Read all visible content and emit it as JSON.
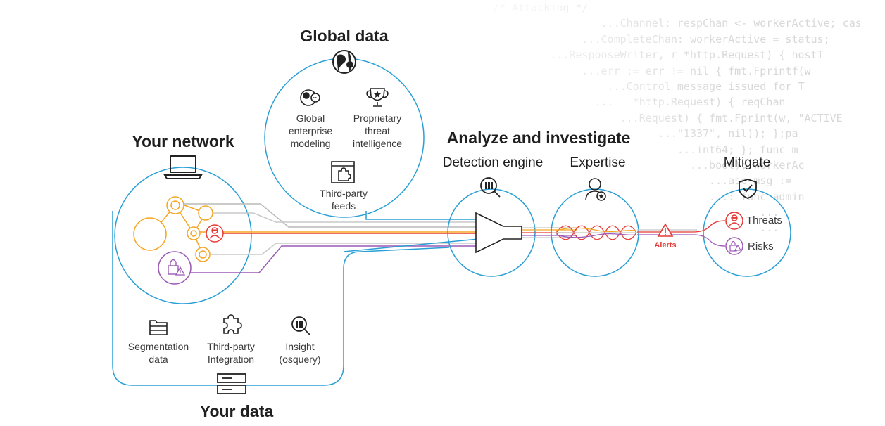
{
  "background_code_lines": [
    "/* Attacking */",
    "                 ...Channel: respChan <- workerActive; cas",
    "              ...CompleteChan: workerActive = status;",
    "         ...ResponseWriter, r *http.Request) { hostT",
    "              ...err := err != nil { fmt.Fprintf(w",
    "                  ...Control message issued for T",
    "                ...   *http.Request) { reqChan",
    "                    ...Request) { fmt.Fprint(w, \"ACTIVE",
    "                          ...\"1337\", nil)); };pa",
    "                             ...int64; }; func m",
    "                               ...bool); workerAc",
    "                                  ...ase msg := ",
    "                                  ...: func admin",
    "                                          ...",
    "                                          ..."
  ],
  "sections": {
    "your_network": "Your network",
    "global_data": "Global data",
    "analyze": "Analyze and investigate",
    "detection_engine": "Detection engine",
    "expertise": "Expertise",
    "mitigate": "Mitigate",
    "your_data": "Your data"
  },
  "global_items": [
    {
      "icon": "globe-network-icon",
      "lines": [
        "Global",
        "enterprise",
        "modeling"
      ]
    },
    {
      "icon": "trophy-icon",
      "lines": [
        "Proprietary",
        "threat",
        "intelligence"
      ]
    },
    {
      "icon": "puzzle-window-icon",
      "lines": [
        "Third-party",
        "feeds"
      ]
    }
  ],
  "data_items": [
    {
      "icon": "folders-icon",
      "lines": [
        "Segmentation",
        "data"
      ]
    },
    {
      "icon": "puzzle-icon",
      "lines": [
        "Third-party",
        "Integration"
      ]
    },
    {
      "icon": "insight-magnifier-icon",
      "lines": [
        "Insight",
        "(osquery)"
      ]
    }
  ],
  "alerts_label": "Alerts",
  "outcomes": [
    {
      "label": "Threats",
      "icon": "threat-actor-icon"
    },
    {
      "label": "Risks",
      "icon": "lock-warning-icon"
    }
  ],
  "colors": {
    "blue": "#2a9fd6",
    "orange": "#f5a623",
    "red": "#e53935",
    "purple": "#9b59b6",
    "gray": "#b8b8b8",
    "text": "#2b2b2b"
  }
}
